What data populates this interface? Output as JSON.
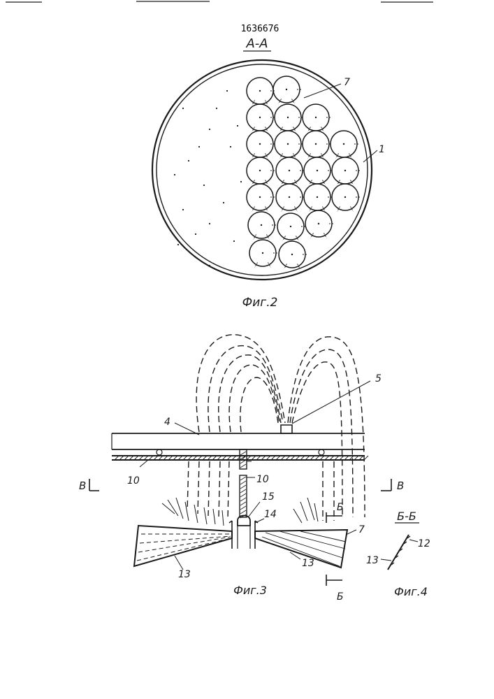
{
  "patent_number": "1636676",
  "section_aa": "А-А",
  "fig2": {
    "caption": "Фиг.2",
    "ref_7": "7",
    "ref_1": "1"
  },
  "fig3": {
    "caption": "Фиг.3",
    "ref_4": "4",
    "ref_5": "5",
    "ref_10a": "10",
    "ref_10b": "10",
    "ref_15": "15",
    "ref_14": "14",
    "ref_7": "7",
    "ref_13a": "13",
    "ref_13b": "13",
    "section_b_top": "Б",
    "section_b_bottom": "Б",
    "section_v_left": "В",
    "section_v_right": "В"
  },
  "fig4": {
    "caption": "Фиг.4",
    "section_bb": "Б-Б",
    "ref_12": "12",
    "ref_13": "13"
  },
  "colors": {
    "ink": "#1a1a1a",
    "paper": "#ffffff"
  }
}
